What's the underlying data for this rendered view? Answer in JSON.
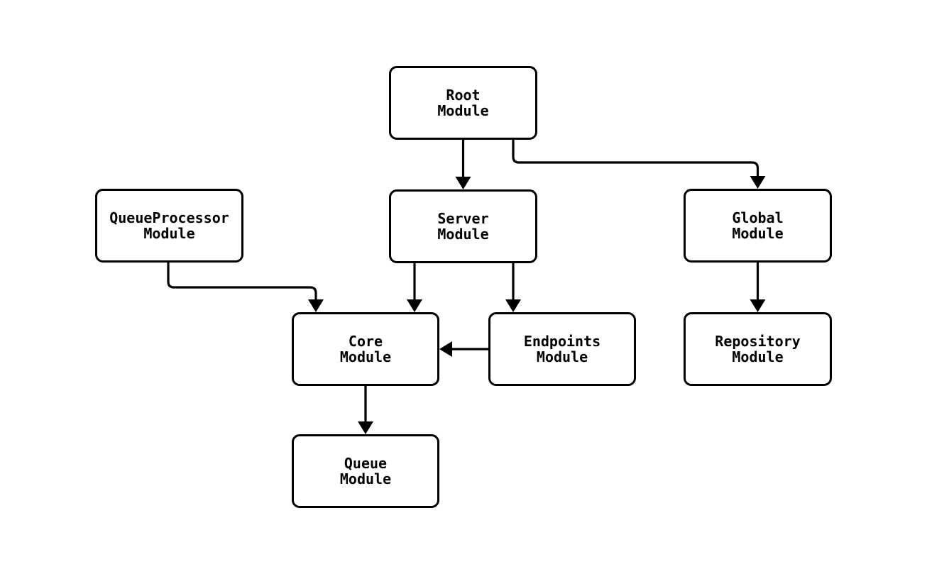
{
  "diagram": {
    "type": "module-dependency-graph",
    "background_color": "#ffffff",
    "node_fill_color": "#ffffff",
    "stroke_color": "#000000",
    "text_color": "#000000",
    "nodes": [
      {
        "id": "root",
        "line1": "Root",
        "line2": "Module"
      },
      {
        "id": "queueprocessor",
        "line1": "QueueProcessor",
        "line2": "Module"
      },
      {
        "id": "server",
        "line1": "Server",
        "line2": "Module"
      },
      {
        "id": "global",
        "line1": "Global",
        "line2": "Module"
      },
      {
        "id": "core",
        "line1": "Core",
        "line2": "Module"
      },
      {
        "id": "endpoints",
        "line1": "Endpoints",
        "line2": "Module"
      },
      {
        "id": "repository",
        "line1": "Repository",
        "line2": "Module"
      },
      {
        "id": "queue",
        "line1": "Queue",
        "line2": "Module"
      }
    ],
    "edges": [
      {
        "from": "root",
        "to": "server"
      },
      {
        "from": "root",
        "to": "global"
      },
      {
        "from": "queueprocessor",
        "to": "core"
      },
      {
        "from": "server",
        "to": "core"
      },
      {
        "from": "server",
        "to": "endpoints"
      },
      {
        "from": "endpoints",
        "to": "core"
      },
      {
        "from": "global",
        "to": "repository"
      },
      {
        "from": "core",
        "to": "queue"
      }
    ]
  }
}
